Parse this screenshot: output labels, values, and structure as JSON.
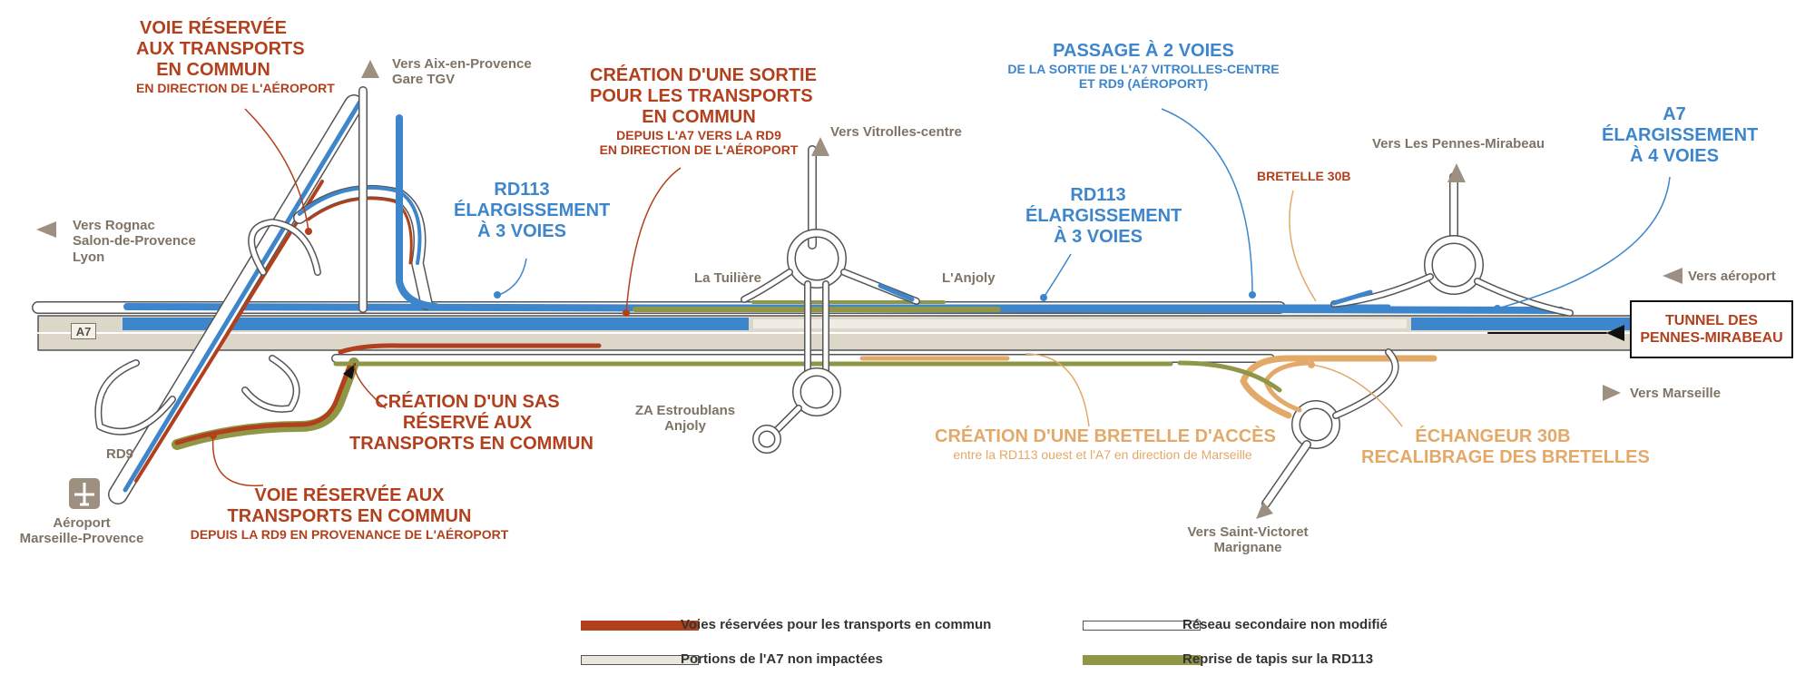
{
  "colors": {
    "bus_lane": "#b2401c",
    "widening_blue": "#3e86cc",
    "orange": "#e3a969",
    "resurfacing_green": "#8f9645",
    "a7_unaffected": "#e9e6dc",
    "secondary_outline": "#555555",
    "place_gray": "#7f7365"
  },
  "callouts": {
    "voie_reservee_aero": {
      "line1": "VOIE RÉSERVÉE",
      "line2": "AUX TRANSPORTS",
      "line3": "EN COMMUN",
      "sub": "EN DIRECTION DE L'AÉROPORT"
    },
    "creation_sortie": {
      "line1": "CRÉATION D'UNE SORTIE",
      "line2": "POUR LES TRANSPORTS",
      "line3": "EN COMMUN",
      "sub1": "DEPUIS L'A7 VERS LA RD9",
      "sub2": "EN DIRECTION DE L'AÉROPORT"
    },
    "passage_2_voies": {
      "line1": "PASSAGE À 2 VOIES",
      "sub1": "DE LA SORTIE DE L'A7 VITROLLES-CENTRE",
      "sub2": "ET RD9 (AÉROPORT)"
    },
    "a7_elargissement": {
      "line1": "A7",
      "line2": "ÉLARGISSEMENT",
      "line3": "À 4 VOIES"
    },
    "rd113_left": {
      "line1": "RD113",
      "line2": "ÉLARGISSEMENT",
      "line3": "À 3 VOIES"
    },
    "rd113_right": {
      "line1": "RD113",
      "line2": "ÉLARGISSEMENT",
      "line3": "À 3 VOIES"
    },
    "bretelle_30b": "BRETELLE 30B",
    "creation_sas": {
      "line1": "CRÉATION D'UN SAS",
      "line2": "RÉSERVÉ AUX",
      "line3": "TRANSPORTS EN COMMUN"
    },
    "voie_reservee_rd9": {
      "line1": "VOIE RÉSERVÉE AUX",
      "line2": "TRANSPORTS EN COMMUN",
      "sub": "DEPUIS LA RD9 EN PROVENANCE DE L'AÉROPORT"
    },
    "creation_bretelle": {
      "line1": "CRÉATION D'UNE BRETELLE D'ACCÈS",
      "sub": "entre la RD113 ouest et l'A7 en direction de Marseille"
    },
    "echangeur_30b": {
      "line1": "ÉCHANGEUR 30B",
      "line2": "RECALIBRAGE DES BRETELLES"
    },
    "tunnel": {
      "line1": "TUNNEL DES",
      "line2": "PENNES-MIRABEAU"
    }
  },
  "places": {
    "aix": {
      "line1": "Vers Aix-en-Provence",
      "line2": "Gare TGV"
    },
    "rognac": {
      "line1": "Vers Rognac",
      "line2": "Salon-de-Provence",
      "line3": "Lyon"
    },
    "vitrolles": "Vers Vitrolles-centre",
    "pennes": "Vers Les Pennes-Mirabeau",
    "aeroport_dir": "Vers aéroport",
    "marseille": "Vers Marseille",
    "saint_victoret": {
      "line1": "Vers Saint-Victoret",
      "line2": "Marignane"
    },
    "tuiliere": "La Tuilière",
    "anjoly": "L'Anjoly",
    "za": {
      "line1": "ZA Estroublans",
      "line2": "Anjoly"
    },
    "rd9": "RD9",
    "airport": {
      "line1": "Aéroport",
      "line2": "Marseille-Provence"
    },
    "a7": "A7"
  },
  "legend": [
    {
      "label": "Voies réservées pour les transports en commun",
      "style": "bus_lane"
    },
    {
      "label": "Portions de l'A7 non impactées",
      "style": "a7_unaffected"
    },
    {
      "label": "Réseau secondaire non modifié",
      "style": "secondary"
    },
    {
      "label": "Reprise de tapis sur la RD113",
      "style": "resurfacing_green"
    }
  ]
}
